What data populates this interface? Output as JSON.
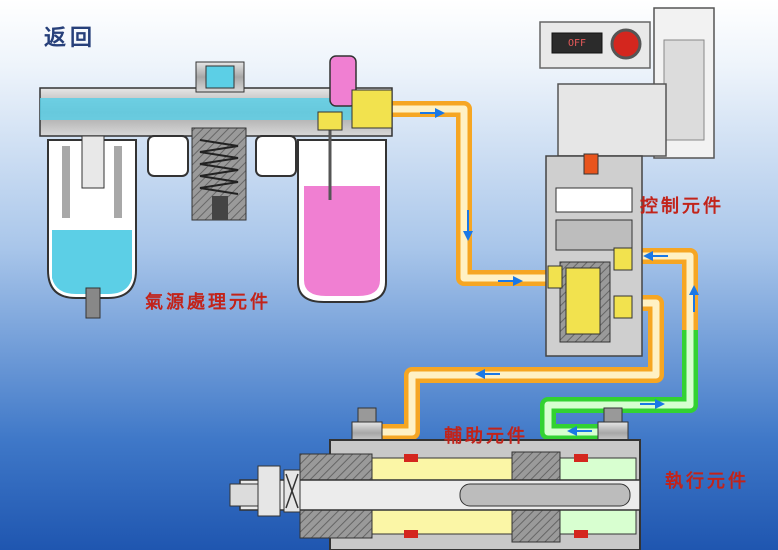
{
  "nav": {
    "back_label": "返回"
  },
  "labels": {
    "source": "氣源處理元件",
    "control": "控制元件",
    "auxiliary": "輔助元件",
    "executive": "執行元件"
  },
  "switch": {
    "display": "OFF"
  },
  "colors": {
    "supply_air": "#f6a623",
    "exhaust_air": "#32d232",
    "flow_arrow": "#1a78e6",
    "label_text": "#c2231a",
    "oil": "#f07fd2",
    "water": "#5ccfe6"
  }
}
